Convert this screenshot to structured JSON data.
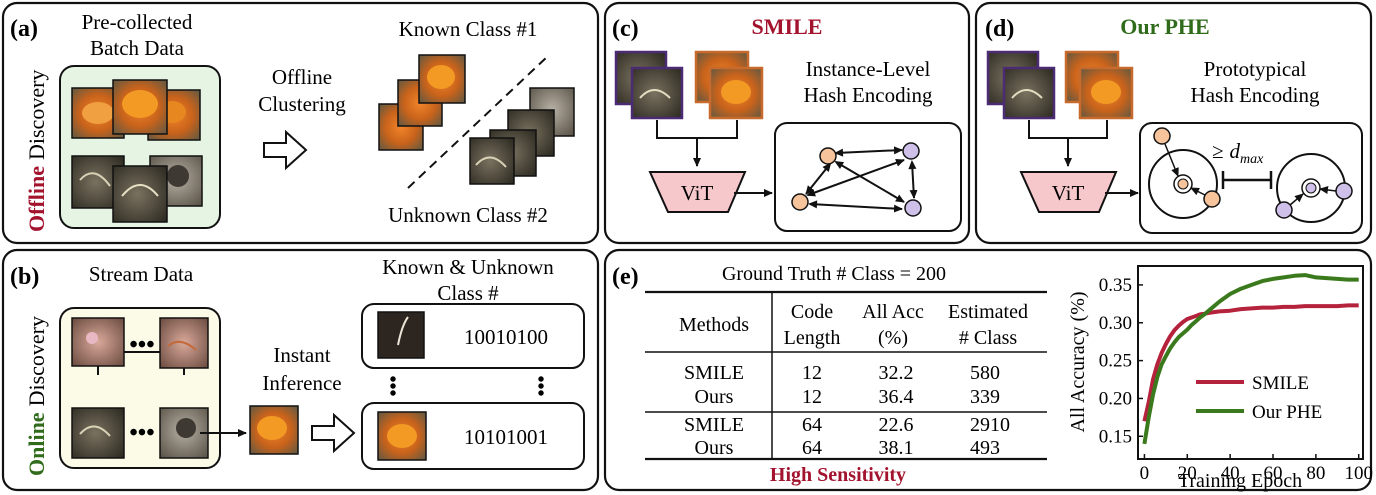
{
  "colors": {
    "crimson": "#a3132e",
    "green": "#2f6b1a",
    "vit_fill": "#f6c8cc",
    "node_orange": "#f7c39a",
    "node_purple": "#cfc0ea",
    "offline_bg": "#e6f5e3",
    "online_bg": "#fcfbe8",
    "frame_orange": "#c86a2c",
    "frame_purple": "#4b2b73",
    "smile_line": "#b5223c",
    "phe_line": "#3a7a1c"
  },
  "panel_a": {
    "tag": "(a)",
    "side_word_colored": "Offline",
    "side_word_rest": "Discovery",
    "precollected_line1": "Pre-collected",
    "precollected_line2": "Batch Data",
    "offline_line1": "Offline",
    "offline_line2": "Clustering",
    "known_label": "Known Class #1",
    "unknown_label": "Unknown Class #2"
  },
  "panel_b": {
    "tag": "(b)",
    "side_word_colored": "Online",
    "side_word_rest": "Discovery",
    "stream_label": "Stream Data",
    "instant_line1": "Instant",
    "instant_line2": "Inference",
    "ku_line1": "Known & Unknown",
    "ku_line2": "Class #",
    "code1": "10010100",
    "code2": "10101001",
    "ellipsis": "•••"
  },
  "panel_c": {
    "tag": "(c)",
    "title": "SMILE",
    "desc_line1": "Instance-Level",
    "desc_line2": "Hash Encoding",
    "vit": "ViT"
  },
  "panel_d": {
    "tag": "(d)",
    "title": "Our PHE",
    "desc_line1": "Prototypical",
    "desc_line2": "Hash Encoding",
    "vit": "ViT",
    "dmax_ge": "≥",
    "dmax_d": "d",
    "dmax_sub": "max"
  },
  "panel_e": {
    "tag": "(e)",
    "table_caption": "Ground Truth # Class = 200",
    "headers": {
      "methods": "Methods",
      "code_l1": "Code",
      "code_l2": "Length",
      "acc_l1": "All Acc",
      "acc_l2": "(%)",
      "est_l1": "Estimated",
      "est_l2": "# Class"
    },
    "rows": [
      {
        "method": "SMILE",
        "code": "12",
        "acc": "32.2",
        "est": "580"
      },
      {
        "method": "Ours",
        "code": "12",
        "acc": "36.4",
        "est": "339"
      },
      {
        "method": "SMILE",
        "code": "64",
        "acc": "22.6",
        "est": "2910"
      },
      {
        "method": "Ours",
        "code": "64",
        "acc": "38.1",
        "est": "493"
      }
    ],
    "footer": "High Sensitivity"
  },
  "chart_data": {
    "type": "line",
    "xlabel": "Training Epoch",
    "ylabel": "All Accuracy (%)",
    "xlim": [
      -3,
      102
    ],
    "ylim": [
      0.12,
      0.375
    ],
    "xticks": [
      "0",
      "20",
      "40",
      "60",
      "80",
      "100"
    ],
    "yticks": [
      "0.15",
      "0.20",
      "0.25",
      "0.30",
      "0.35"
    ],
    "legend_position": "lower-right",
    "series": [
      {
        "name": "SMILE",
        "color": "#b5223c",
        "x": [
          0,
          2,
          4,
          6,
          8,
          10,
          12,
          14,
          16,
          18,
          20,
          22,
          24,
          26,
          28,
          30,
          35,
          40,
          45,
          50,
          55,
          60,
          65,
          70,
          75,
          80,
          85,
          90,
          95,
          100
        ],
        "y": [
          0.17,
          0.195,
          0.225,
          0.245,
          0.26,
          0.272,
          0.282,
          0.29,
          0.296,
          0.301,
          0.305,
          0.307,
          0.309,
          0.311,
          0.312,
          0.313,
          0.315,
          0.316,
          0.318,
          0.319,
          0.32,
          0.32,
          0.321,
          0.321,
          0.322,
          0.322,
          0.322,
          0.322,
          0.323,
          0.323
        ]
      },
      {
        "name": "Our PHE",
        "color": "#3a7a1c",
        "x": [
          0,
          2,
          4,
          6,
          8,
          10,
          12,
          14,
          16,
          18,
          20,
          22,
          24,
          26,
          28,
          30,
          35,
          40,
          45,
          50,
          55,
          60,
          65,
          70,
          75,
          80,
          85,
          90,
          95,
          100
        ],
        "y": [
          0.14,
          0.175,
          0.205,
          0.228,
          0.245,
          0.256,
          0.266,
          0.274,
          0.281,
          0.286,
          0.291,
          0.297,
          0.302,
          0.307,
          0.311,
          0.316,
          0.328,
          0.338,
          0.345,
          0.35,
          0.355,
          0.358,
          0.36,
          0.362,
          0.363,
          0.36,
          0.359,
          0.358,
          0.357,
          0.357
        ]
      }
    ]
  }
}
